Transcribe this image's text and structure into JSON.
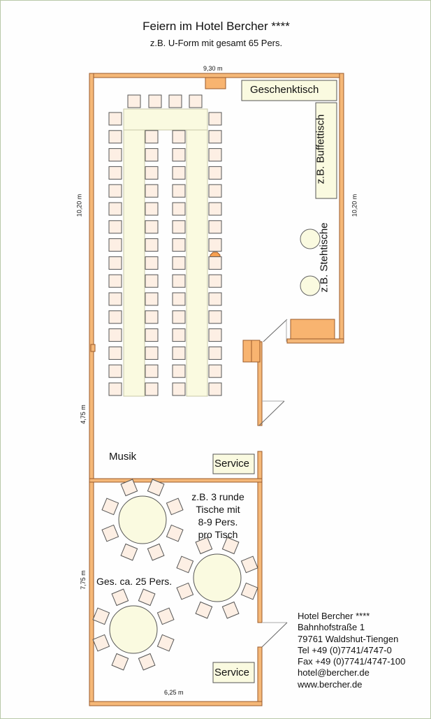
{
  "title": "Feiern im Hotel Bercher ****",
  "subtitle": "z.B. U-Form mit gesamt 65 Pers.",
  "dimensions": {
    "top": "9,30 m",
    "left_upper": "10,20 m",
    "right_upper": "10,20 m",
    "left_middle": "4,75 m",
    "left_lower": "7,75 m",
    "bottom": "6,25 m"
  },
  "labels": {
    "gift_table": "Geschenktisch",
    "buffet": "z.B. Buffettisch",
    "standing_tables": "z.B. Stehtische",
    "music": "Musik",
    "service_upper": "Service",
    "service_lower": "Service",
    "round_tables_note": [
      "z.B. 3 runde",
      "Tische mit",
      "8-9 Pers.",
      "pro Tisch"
    ],
    "total_lower": "Ges. ca. 25 Pers."
  },
  "contact": [
    "Hotel Bercher ****",
    "Bahnhofstraße 1",
    "79761 Waldshut-Tiengen",
    "Tel +49 (0)7741/4747-0",
    "Fax +49 (0)7741/4747-100",
    "hotel@bercher.de",
    "www.bercher.de"
  ],
  "colors": {
    "wall": "#f5b878",
    "wall_edge": "#9a5a2a",
    "table": "#fafae0",
    "chair": "#fdefe4",
    "orange": "#f8b470"
  }
}
